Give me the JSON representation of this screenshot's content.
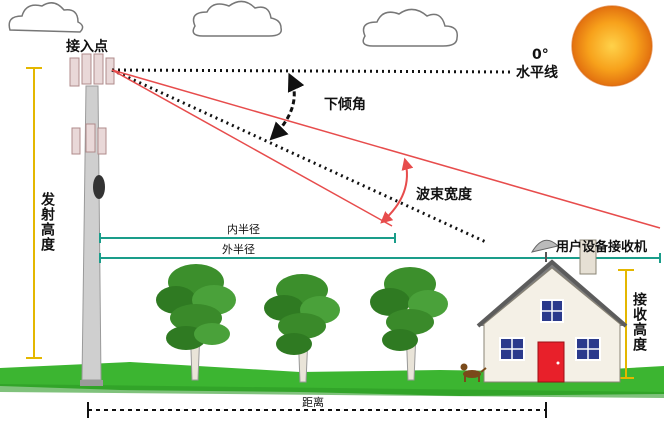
{
  "labels": {
    "access_point": "接入点",
    "zero_degree": "0°",
    "horizontal_line": "水平线",
    "downtilt": "下倾角",
    "beam_width": "波束宽度",
    "tx_height": "发射高度",
    "inner_radius": "内半径",
    "outer_radius": "外半径",
    "user_receiver": "用户设备接收机",
    "rx_height": "接收高度",
    "distance": "距离"
  },
  "colors": {
    "beam_lines": "#e74c4c",
    "radius_lines": "#1a9d8a",
    "height_markers": "#e4b700",
    "ground": "#3cb531",
    "sun": "#f2a21c",
    "house_door": "#e8202a",
    "house_windows": "#2b3a8c"
  },
  "icons": {
    "sun": "sun-icon",
    "clouds": "cloud-icon",
    "tower": "tower-icon",
    "house": "house-icon",
    "dish": "dish-antenna-icon",
    "dog": "dog-icon",
    "trees": "tree-icon"
  }
}
